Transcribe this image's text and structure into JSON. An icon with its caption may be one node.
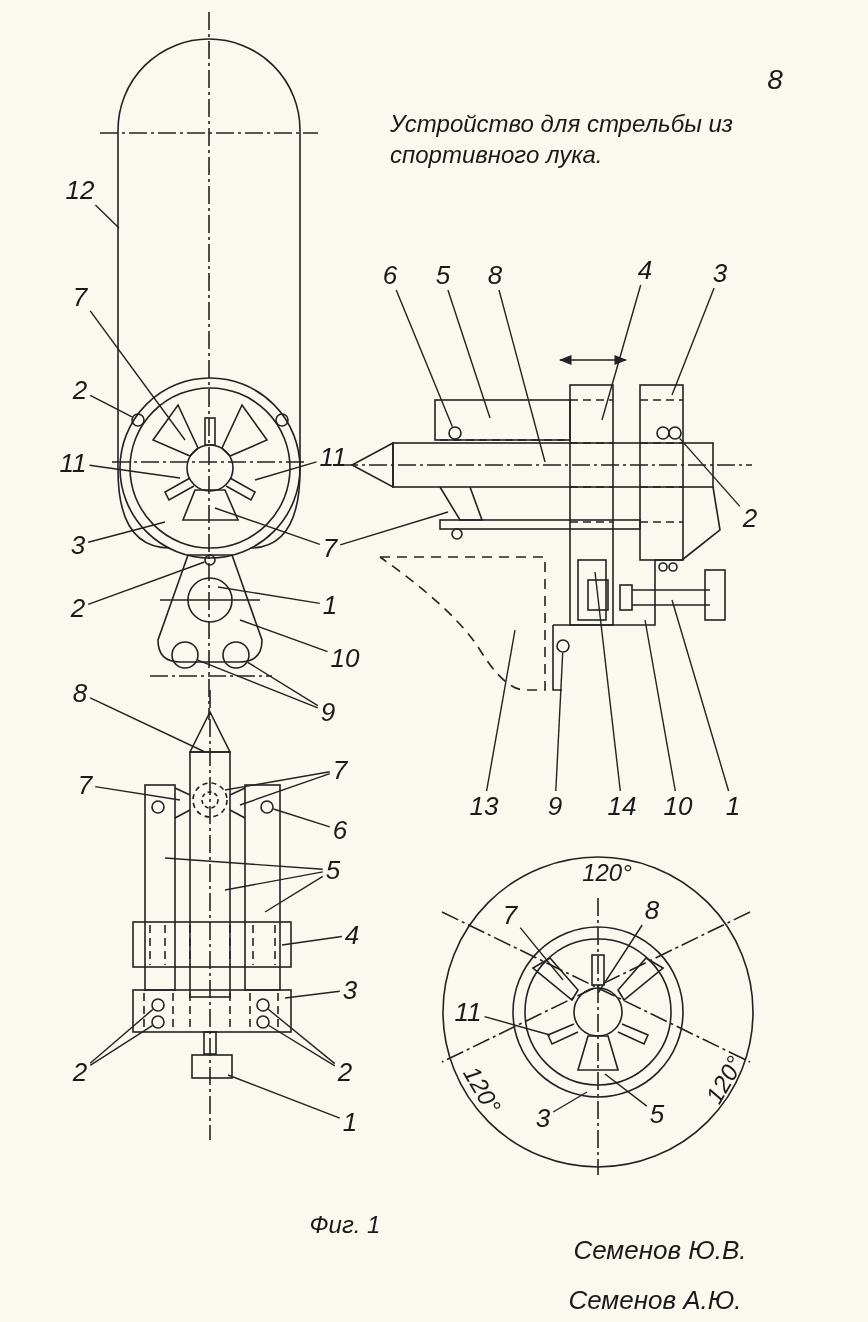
{
  "diagram": {
    "title": "Устройство для стрельбы из спортивного лука.",
    "caption": "Фиг. 1",
    "nodes": [
      {
        "text": [
          "12"
        ]
      },
      {
        "text": [
          "7"
        ]
      },
      {
        "text": [
          "2"
        ]
      },
      {
        "text": [
          "11"
        ]
      },
      {
        "text": [
          "11"
        ]
      },
      {
        "text": [
          "3"
        ]
      },
      {
        "text": [
          "7"
        ]
      },
      {
        "text": [
          "2"
        ]
      },
      {
        "text": [
          "1"
        ]
      },
      {
        "text": [
          "10"
        ]
      },
      {
        "text": [
          "9"
        ]
      },
      {
        "text": [
          "8"
        ]
      },
      {
        "text": [
          "7"
        ]
      },
      {
        "text": [
          "7"
        ]
      },
      {
        "text": [
          "6"
        ]
      },
      {
        "text": [
          "5"
        ]
      },
      {
        "text": [
          "4"
        ]
      },
      {
        "text": [
          "3"
        ]
      },
      {
        "text": [
          "2"
        ]
      },
      {
        "text": [
          "2"
        ]
      },
      {
        "text": [
          "1"
        ]
      },
      {
        "text": [
          "6"
        ]
      },
      {
        "text": [
          "5"
        ]
      },
      {
        "text": [
          "8"
        ]
      },
      {
        "text": [
          "4"
        ]
      },
      {
        "text": [
          "3"
        ]
      },
      {
        "text": [
          "2"
        ]
      },
      {
        "text": [
          "13"
        ]
      },
      {
        "text": [
          "9"
        ]
      },
      {
        "text": [
          "14"
        ]
      },
      {
        "text": [
          "10"
        ]
      },
      {
        "text": [
          "1"
        ]
      },
      {
        "text": [
          "7"
        ]
      },
      {
        "text": [
          "8"
        ]
      },
      {
        "text": [
          "11"
        ]
      },
      {
        "text": [
          "3"
        ]
      },
      {
        "text": [
          "5"
        ]
      },
      {
        "text": [],
        "shape": "circle"
      },
      {
        "text": [],
        "shape": "circle"
      },
      {
        "text": [],
        "shape": "circle"
      },
      {
        "text": [],
        "shape": "circle"
      },
      {
        "text": [],
        "shape": "circle"
      },
      {
        "text": [],
        "shape": "circle"
      },
      {
        "text": [],
        "shape": "circle"
      },
      {
        "text": [],
        "shape": "circle"
      },
      {
        "text": [],
        "shape": "circle"
      },
      {
        "text": [],
        "shape": "circle"
      },
      {
        "text": [],
        "shape": "circle"
      },
      {
        "text": [],
        "shape": "circle"
      }
    ],
    "edges": [
      {
        "from": 0,
        "to": null,
        "arrow": "none"
      },
      {
        "from": 1,
        "to": null,
        "arrow": "none"
      },
      {
        "from": 2,
        "to": 37,
        "arrow": "none"
      },
      {
        "from": 3,
        "to": null,
        "arrow": "none"
      },
      {
        "from": 4,
        "to": null,
        "arrow": "none"
      },
      {
        "from": 5,
        "to": null,
        "arrow": "none"
      },
      {
        "from": 6,
        "to": null,
        "arrow": "none"
      },
      {
        "from": 6,
        "to": null,
        "arrow": "none"
      },
      {
        "from": 7,
        "to": 38,
        "arrow": "none"
      },
      {
        "from": 8,
        "to": null,
        "arrow": "none"
      },
      {
        "from": 9,
        "to": null,
        "arrow": "none"
      },
      {
        "from": 10,
        "to": 39,
        "arrow": "none"
      },
      {
        "from": 10,
        "to": 40,
        "arrow": "none"
      },
      {
        "from": 11,
        "to": null,
        "arrow": "none"
      },
      {
        "from": 12,
        "to": null,
        "arrow": "none"
      },
      {
        "from": 13,
        "to": null,
        "arrow": "none"
      },
      {
        "from": 13,
        "to": null,
        "arrow": "none"
      },
      {
        "from": 14,
        "to": 41,
        "arrow": "none"
      },
      {
        "from": 15,
        "to": null,
        "arrow": "none"
      },
      {
        "from": 15,
        "to": null,
        "arrow": "none"
      },
      {
        "from": 15,
        "to": null,
        "arrow": "none"
      },
      {
        "from": 16,
        "to": null,
        "arrow": "none"
      },
      {
        "from": 17,
        "to": null,
        "arrow": "none"
      },
      {
        "from": 18,
        "to": 42,
        "arrow": "none"
      },
      {
        "from": 18,
        "to": 43,
        "arrow": "none"
      },
      {
        "from": 19,
        "to": 44,
        "arrow": "none"
      },
      {
        "from": 19,
        "to": 45,
        "arrow": "none"
      },
      {
        "from": 20,
        "to": null,
        "arrow": "none"
      },
      {
        "from": 21,
        "to": 46,
        "arrow": "none"
      },
      {
        "from": 22,
        "to": null,
        "arrow": "none"
      },
      {
        "from": 23,
        "to": null,
        "arrow": "none"
      },
      {
        "from": 24,
        "to": null,
        "arrow": "none"
      },
      {
        "from": 25,
        "to": null,
        "arrow": "none"
      },
      {
        "from": 26,
        "to": 47,
        "arrow": "none"
      },
      {
        "from": 27,
        "to": null,
        "arrow": "none"
      },
      {
        "from": 28,
        "to": 48,
        "arrow": "none"
      },
      {
        "from": 29,
        "to": null,
        "arrow": "none"
      },
      {
        "from": 30,
        "to": null,
        "arrow": "none"
      },
      {
        "from": 31,
        "to": null,
        "arrow": "none"
      },
      {
        "from": 32,
        "to": null,
        "arrow": "none"
      },
      {
        "from": 33,
        "to": null,
        "arrow": "none"
      },
      {
        "from": 34,
        "to": null,
        "arrow": "none"
      },
      {
        "from": 35,
        "to": null,
        "arrow": "none"
      },
      {
        "from": 36,
        "to": null,
        "arrow": "none"
      }
    ],
    "labels": [
      "8",
      "120°",
      "120°",
      "120°",
      "Семенов Ю.В.",
      "Семенов А.Ю."
    ]
  }
}
